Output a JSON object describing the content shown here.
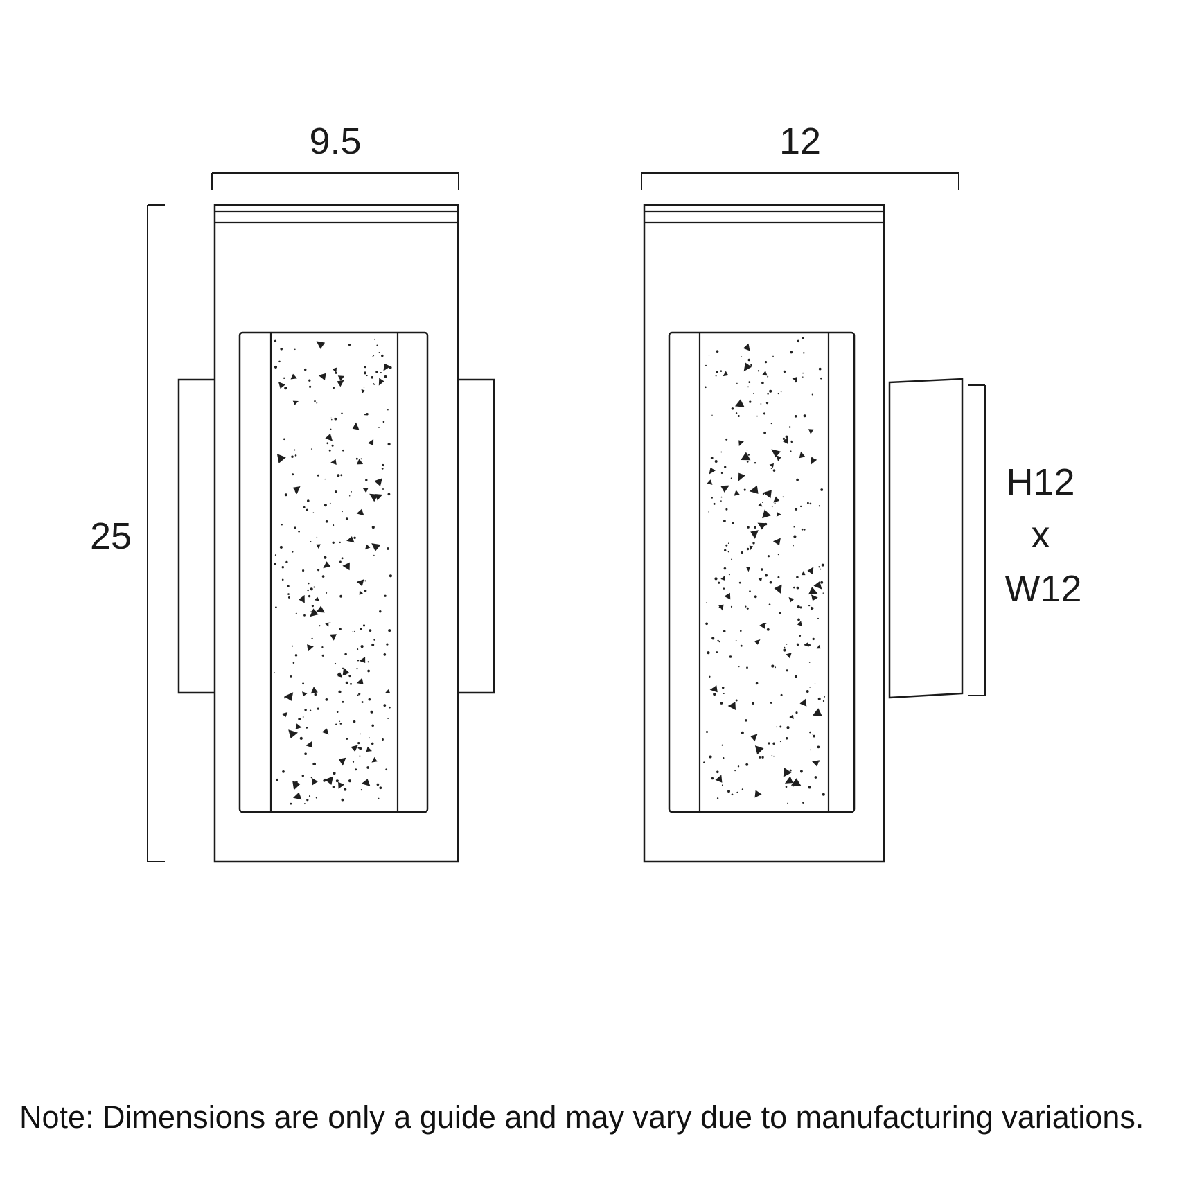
{
  "page": {
    "background": "#ffffff",
    "line_color": "#1a1a1a"
  },
  "diagram": {
    "left_view": {
      "width_label": "9.5",
      "height_label": "25"
    },
    "right_view": {
      "width_label": "12",
      "depth_bracket": [
        "H12",
        "x",
        "W12"
      ]
    },
    "note": "Note: Dimensions are only a guide and may vary due to manufacturing variations."
  }
}
